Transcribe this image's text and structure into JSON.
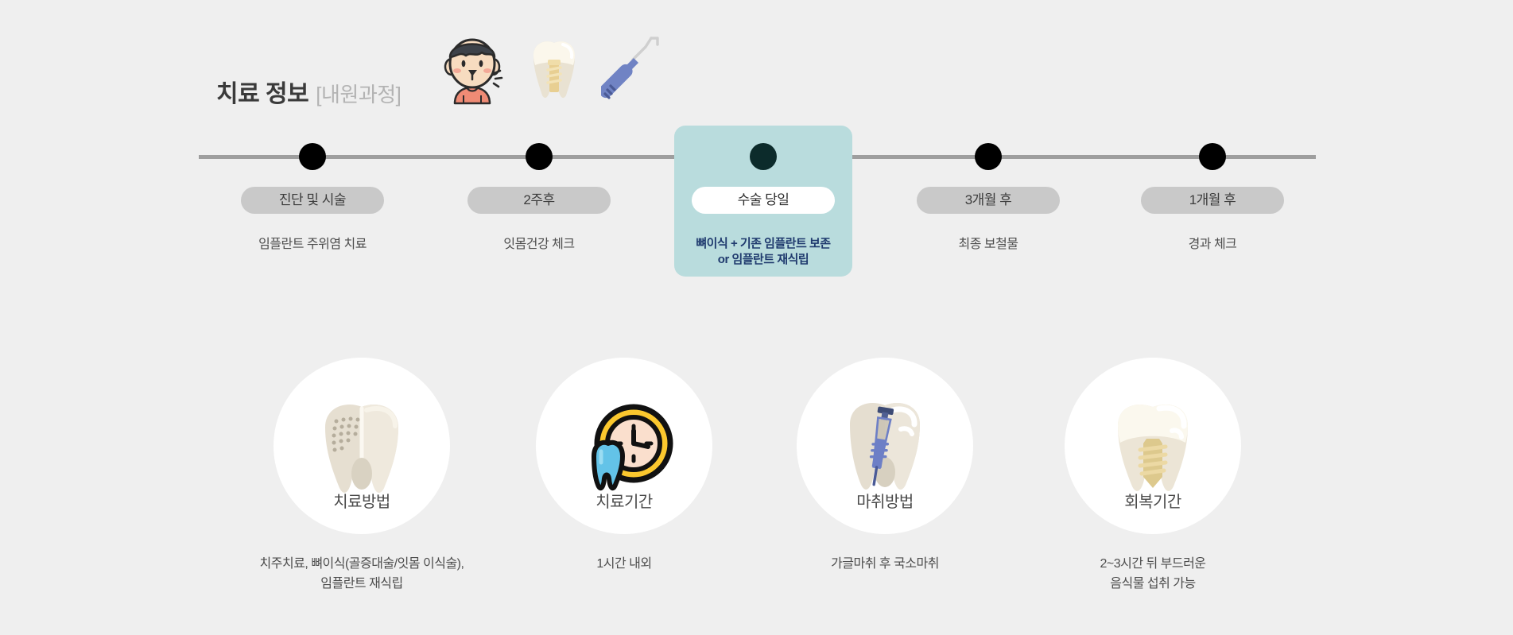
{
  "header": {
    "title_main": "치료 정보",
    "title_sub": "[내원과정]",
    "icons": [
      {
        "name": "patient-face-icon"
      },
      {
        "name": "tooth-implant-icon"
      },
      {
        "name": "dental-probe-icon"
      }
    ]
  },
  "timeline": {
    "colors": {
      "line": "#9e9e9e",
      "dot": "#000000",
      "active_dot": "#0c2b2b",
      "pill": "#c9c9c9",
      "highlight_bg": "#b9dcdd",
      "active_text": "#1f3a6e"
    },
    "steps": [
      {
        "pill": "진단 및 시술",
        "desc": "임플란트 주위염 치료",
        "active": false
      },
      {
        "pill": "2주후",
        "desc": "잇몸건강 체크",
        "active": false
      },
      {
        "pill": "수술 당일",
        "desc": "뼈이식 + 기존 임플란트 보존\nor 임플란트 재식립",
        "active": true
      },
      {
        "pill": "3개월 후",
        "desc": "최종 보철물",
        "active": false
      },
      {
        "pill": "1개월 후",
        "desc": "경과 체크",
        "active": false
      }
    ]
  },
  "cards": [
    {
      "icon": "tooth-decay-icon",
      "label": "치료방법",
      "desc": "치주치료, 뼈이식(골증대술/잇몸 이식술),\n임플란트 재식립"
    },
    {
      "icon": "clock-tooth-icon",
      "label": "치료기간",
      "desc": "1시간 내외"
    },
    {
      "icon": "syringe-tooth-icon",
      "label": "마취방법",
      "desc": "가글마취 후 국소마취"
    },
    {
      "icon": "tooth-implant-screw-icon",
      "label": "회복기간",
      "desc": "2~3시간 뒤 부드러운\n음식물 섭취 가능"
    }
  ]
}
